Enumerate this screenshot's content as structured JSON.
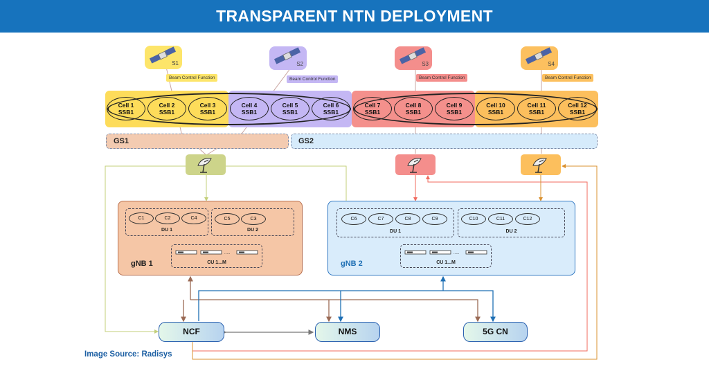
{
  "title": "TRANSPARENT NTN DEPLOYMENT",
  "satellites": [
    {
      "label": "S1",
      "bcf": "Beam Control Function"
    },
    {
      "label": "S2",
      "bcf": "Beam Control Function"
    },
    {
      "label": "S3",
      "bcf": "Beam Control Function"
    },
    {
      "label": "S4",
      "bcf": "Beam Control Function"
    }
  ],
  "cells": [
    {
      "name": "Cell 1",
      "ssb": "SSB1"
    },
    {
      "name": "Cell 2",
      "ssb": "SSB1"
    },
    {
      "name": "Cell 3",
      "ssb": "SSB1"
    },
    {
      "name": "Cell 4",
      "ssb": "SSB1"
    },
    {
      "name": "Cell 5",
      "ssb": "SSB1"
    },
    {
      "name": "Cell 6",
      "ssb": "SSB1"
    },
    {
      "name": "Cell 7",
      "ssb": "SSB1"
    },
    {
      "name": "Cell 8",
      "ssb": "SSB1"
    },
    {
      "name": "Cell 9",
      "ssb": "SSB1"
    },
    {
      "name": "Cell 10",
      "ssb": "SSB1"
    },
    {
      "name": "Cell 11",
      "ssb": "SSB1"
    },
    {
      "name": "Cell 12",
      "ssb": "SSB1"
    }
  ],
  "ground_stations": [
    "GS1",
    "GS2"
  ],
  "gnb1": {
    "label": "gNB 1",
    "du1": {
      "label": "DU 1",
      "cells": [
        "C1",
        "C2",
        "C4"
      ]
    },
    "du2": {
      "label": "DU 2",
      "cells": [
        "C5",
        "C3"
      ]
    },
    "cu": {
      "label": "CU  1...M"
    }
  },
  "gnb2": {
    "label": "gNB 2",
    "du1": {
      "label": "DU 1",
      "cells": [
        "C6",
        "C7",
        "C8",
        "C9"
      ]
    },
    "du2": {
      "label": "DU 2",
      "cells": [
        "C10",
        "C11",
        "C12"
      ]
    },
    "cu": {
      "label": "CU  1...M"
    }
  },
  "nodes": {
    "ncf": "NCF",
    "nms": "NMS",
    "cn": "5G CN"
  },
  "source": "Image Source:  Radisys",
  "colors": {
    "yellow": "#fddf62",
    "purple": "#c4b7f4",
    "red": "#f48e8c",
    "orange": "#fcc05f",
    "gs1": "#f3cbb1",
    "gs2": "#d6ebfb",
    "gnb1": "#f5c6a6",
    "gnb2": "#d9ecfb",
    "header": "#1773bd"
  }
}
